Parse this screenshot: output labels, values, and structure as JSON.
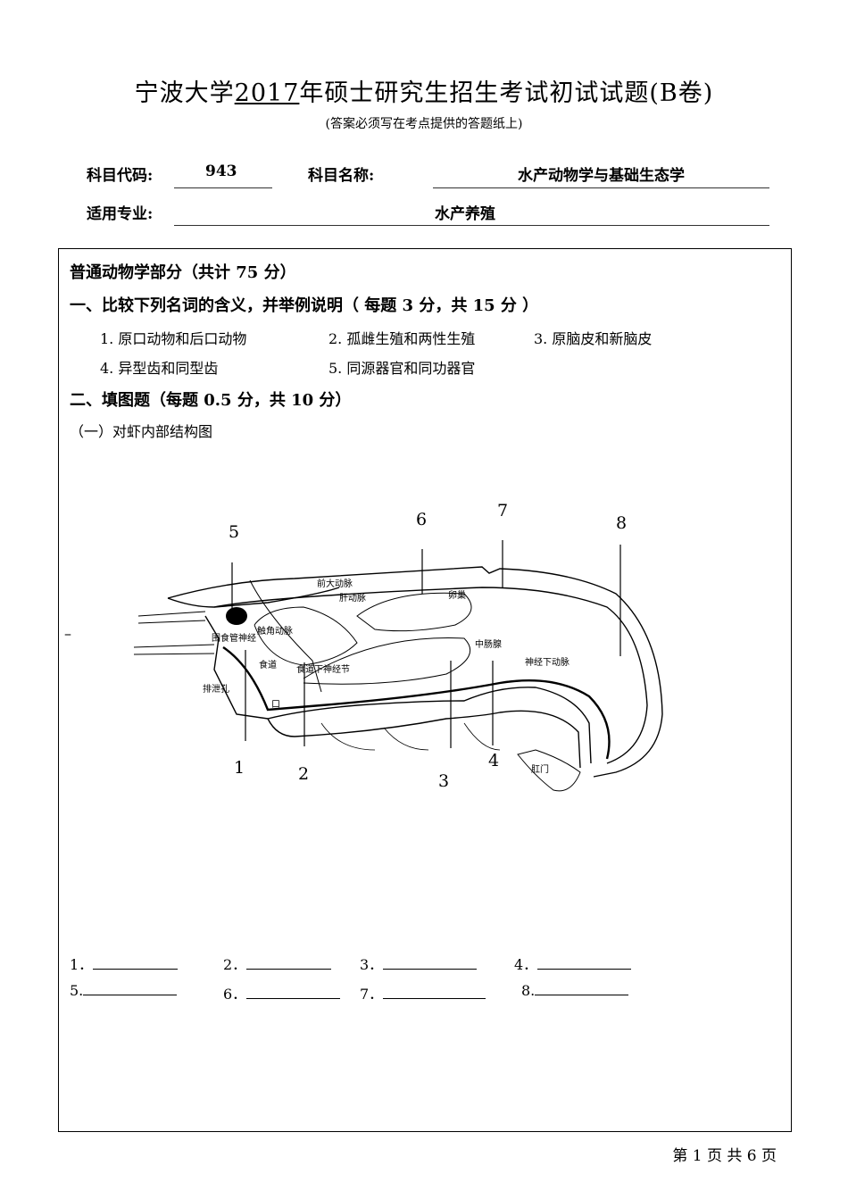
{
  "header": {
    "title_pre": "宁波大学",
    "year": "2017",
    "title_post": "年硕士研究生招生考试初试试题(B卷)",
    "note": "(答案必须写在考点提供的答题纸上)",
    "code_label": "科目代码:",
    "code": "943",
    "name_label": "科目名称:",
    "name": "水产动物学与基础生态学",
    "major_label": "适用专业:",
    "major": "水产养殖"
  },
  "content": {
    "part_title": "普通动物学部分（共计 75 分）",
    "q1": {
      "title": "一、比较下列名词的含义，并举例说明（  每题 3 分，共 15 分  ）",
      "items": [
        "1.  原口动物和后口动物",
        "2.  孤雌生殖和两性生殖",
        "3.  原脑皮和新脑皮",
        "4.  异型齿和同型齿",
        "5.  同源器官和同功器官"
      ]
    },
    "q2": {
      "title": "二、填图题（每题 0.5 分，共 10 分）",
      "sub": "（一）对虾内部结构图"
    },
    "figure": {
      "numbers": [
        "1",
        "2",
        "3",
        "4",
        "5",
        "6",
        "7",
        "8"
      ],
      "labels": [
        "前大动脉",
        "肝动脉",
        "卵巢",
        "触角动脉",
        "中肠腺",
        "围食管神经",
        "食道下神经节",
        "食道",
        "排泄孔",
        "口",
        "神经下动脉",
        "肛门"
      ]
    },
    "answers": [
      "1．",
      "2．",
      "3．",
      "4．",
      "5.",
      "6．",
      "7．",
      "8."
    ],
    "margin_mark": "–"
  },
  "footer": {
    "page": "第  1  页  共  6  页"
  }
}
